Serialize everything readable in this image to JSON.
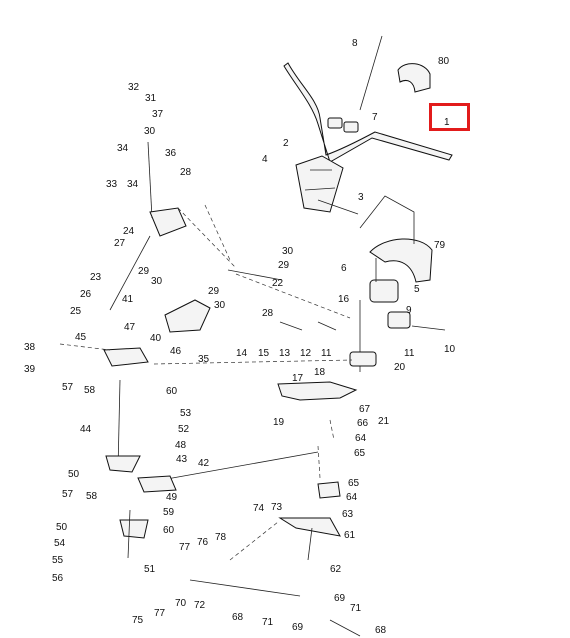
{
  "highlight": {
    "part": "1",
    "color": "#e21b1b"
  },
  "labels": {
    "p1": "1",
    "p2": "2",
    "p3": "3",
    "p4": "4",
    "p5": "5",
    "p6": "6",
    "p7": "7",
    "p8": "8",
    "p9": "9",
    "p10": "10",
    "p11a": "11",
    "p11b": "11",
    "p12": "12",
    "p13": "13",
    "p14": "14",
    "p15": "15",
    "p16": "16",
    "p17": "17",
    "p18": "18",
    "p19": "19",
    "p20": "20",
    "p21": "21",
    "p22": "22",
    "p23": "23",
    "p24": "24",
    "p25": "25",
    "p26": "26",
    "p27": "27",
    "p28a": "28",
    "p28b": "28",
    "p29a": "29",
    "p29b": "29",
    "p29c": "29",
    "p30a": "30",
    "p30b": "30",
    "p30c": "30",
    "p31": "31",
    "p32": "32",
    "p33": "33",
    "p34a": "34",
    "p34b": "34",
    "p35": "35",
    "p36": "36",
    "p37": "37",
    "p38": "38",
    "p39": "39",
    "p40": "40",
    "p41": "41",
    "p42": "42",
    "p43": "43",
    "p44": "44",
    "p45": "45",
    "p46": "46",
    "p47": "47",
    "p48": "48",
    "p49": "49",
    "p50a": "50",
    "p50b": "50",
    "p51": "51",
    "p52": "52",
    "p53": "53",
    "p54": "54",
    "p55": "55",
    "p56": "56",
    "p57a": "57",
    "p57b": "57",
    "p58a": "58",
    "p58b": "58",
    "p59": "59",
    "p60a": "60",
    "p60b": "60",
    "p61": "61",
    "p62": "62",
    "p63": "63",
    "p64a": "64",
    "p64b": "64",
    "p65a": "65",
    "p65b": "65",
    "p66": "66",
    "p67": "67",
    "p68a": "68",
    "p68b": "68",
    "p69a": "69",
    "p69b": "69",
    "p70": "70",
    "p71a": "71",
    "p71b": "71",
    "p72": "72",
    "p73": "73",
    "p74": "74",
    "p75": "75",
    "p76": "76",
    "p77a": "77",
    "p77b": "77",
    "p78": "78",
    "p79": "79",
    "p80": "80"
  }
}
